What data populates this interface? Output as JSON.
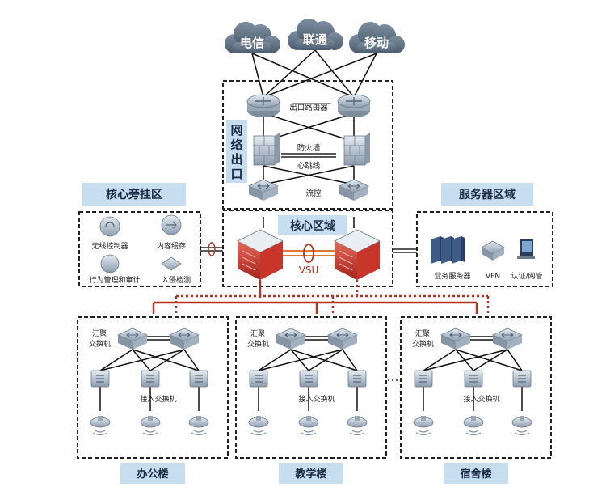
{
  "clouds": [
    "电信",
    "联通",
    "移动"
  ],
  "zones": {
    "net_exit": "网络出口",
    "core": "核心区域",
    "bypass": "核心旁挂区",
    "server": "服务器区域"
  },
  "exit_labels": {
    "router": "出口路由器",
    "firewall": "防火墙",
    "heartbeat": "心跳线",
    "flow": "流控"
  },
  "core_labels": {
    "vsu": "VSU"
  },
  "bypass_items": [
    "无线控制器",
    "内容缓存",
    "行为管理和审计",
    "入侵检测"
  ],
  "server_items": [
    "业务服务器",
    "VPN",
    "认证/网管"
  ],
  "buildings": [
    {
      "name": "办公楼",
      "agg": "汇聚交换机",
      "access": "接入交换机"
    },
    {
      "name": "教学楼",
      "agg": "汇聚交换机",
      "access": "接入交换机"
    },
    {
      "name": "宿舍楼",
      "agg": "汇聚交换机",
      "access": "接入交换机"
    }
  ],
  "colors": {
    "cloud": "#5e6f82",
    "device": "#b4c0cc",
    "core_device": "#c7352b",
    "title_bg": "#c7def0",
    "link_red": "#b8301e"
  },
  "icons": {
    "cloud": "cloud-icon",
    "router": "router-icon",
    "firewall": "firewall-icon",
    "flow_control": "flow-control-icon",
    "core_switch": "core-switch-icon",
    "aggregation_switch": "aggregation-switch-icon",
    "access_switch": "access-switch-icon",
    "wireless_ap": "wireless-ap-icon",
    "server": "server-icon",
    "vpn": "vpn-icon",
    "monitor": "monitor-icon"
  }
}
